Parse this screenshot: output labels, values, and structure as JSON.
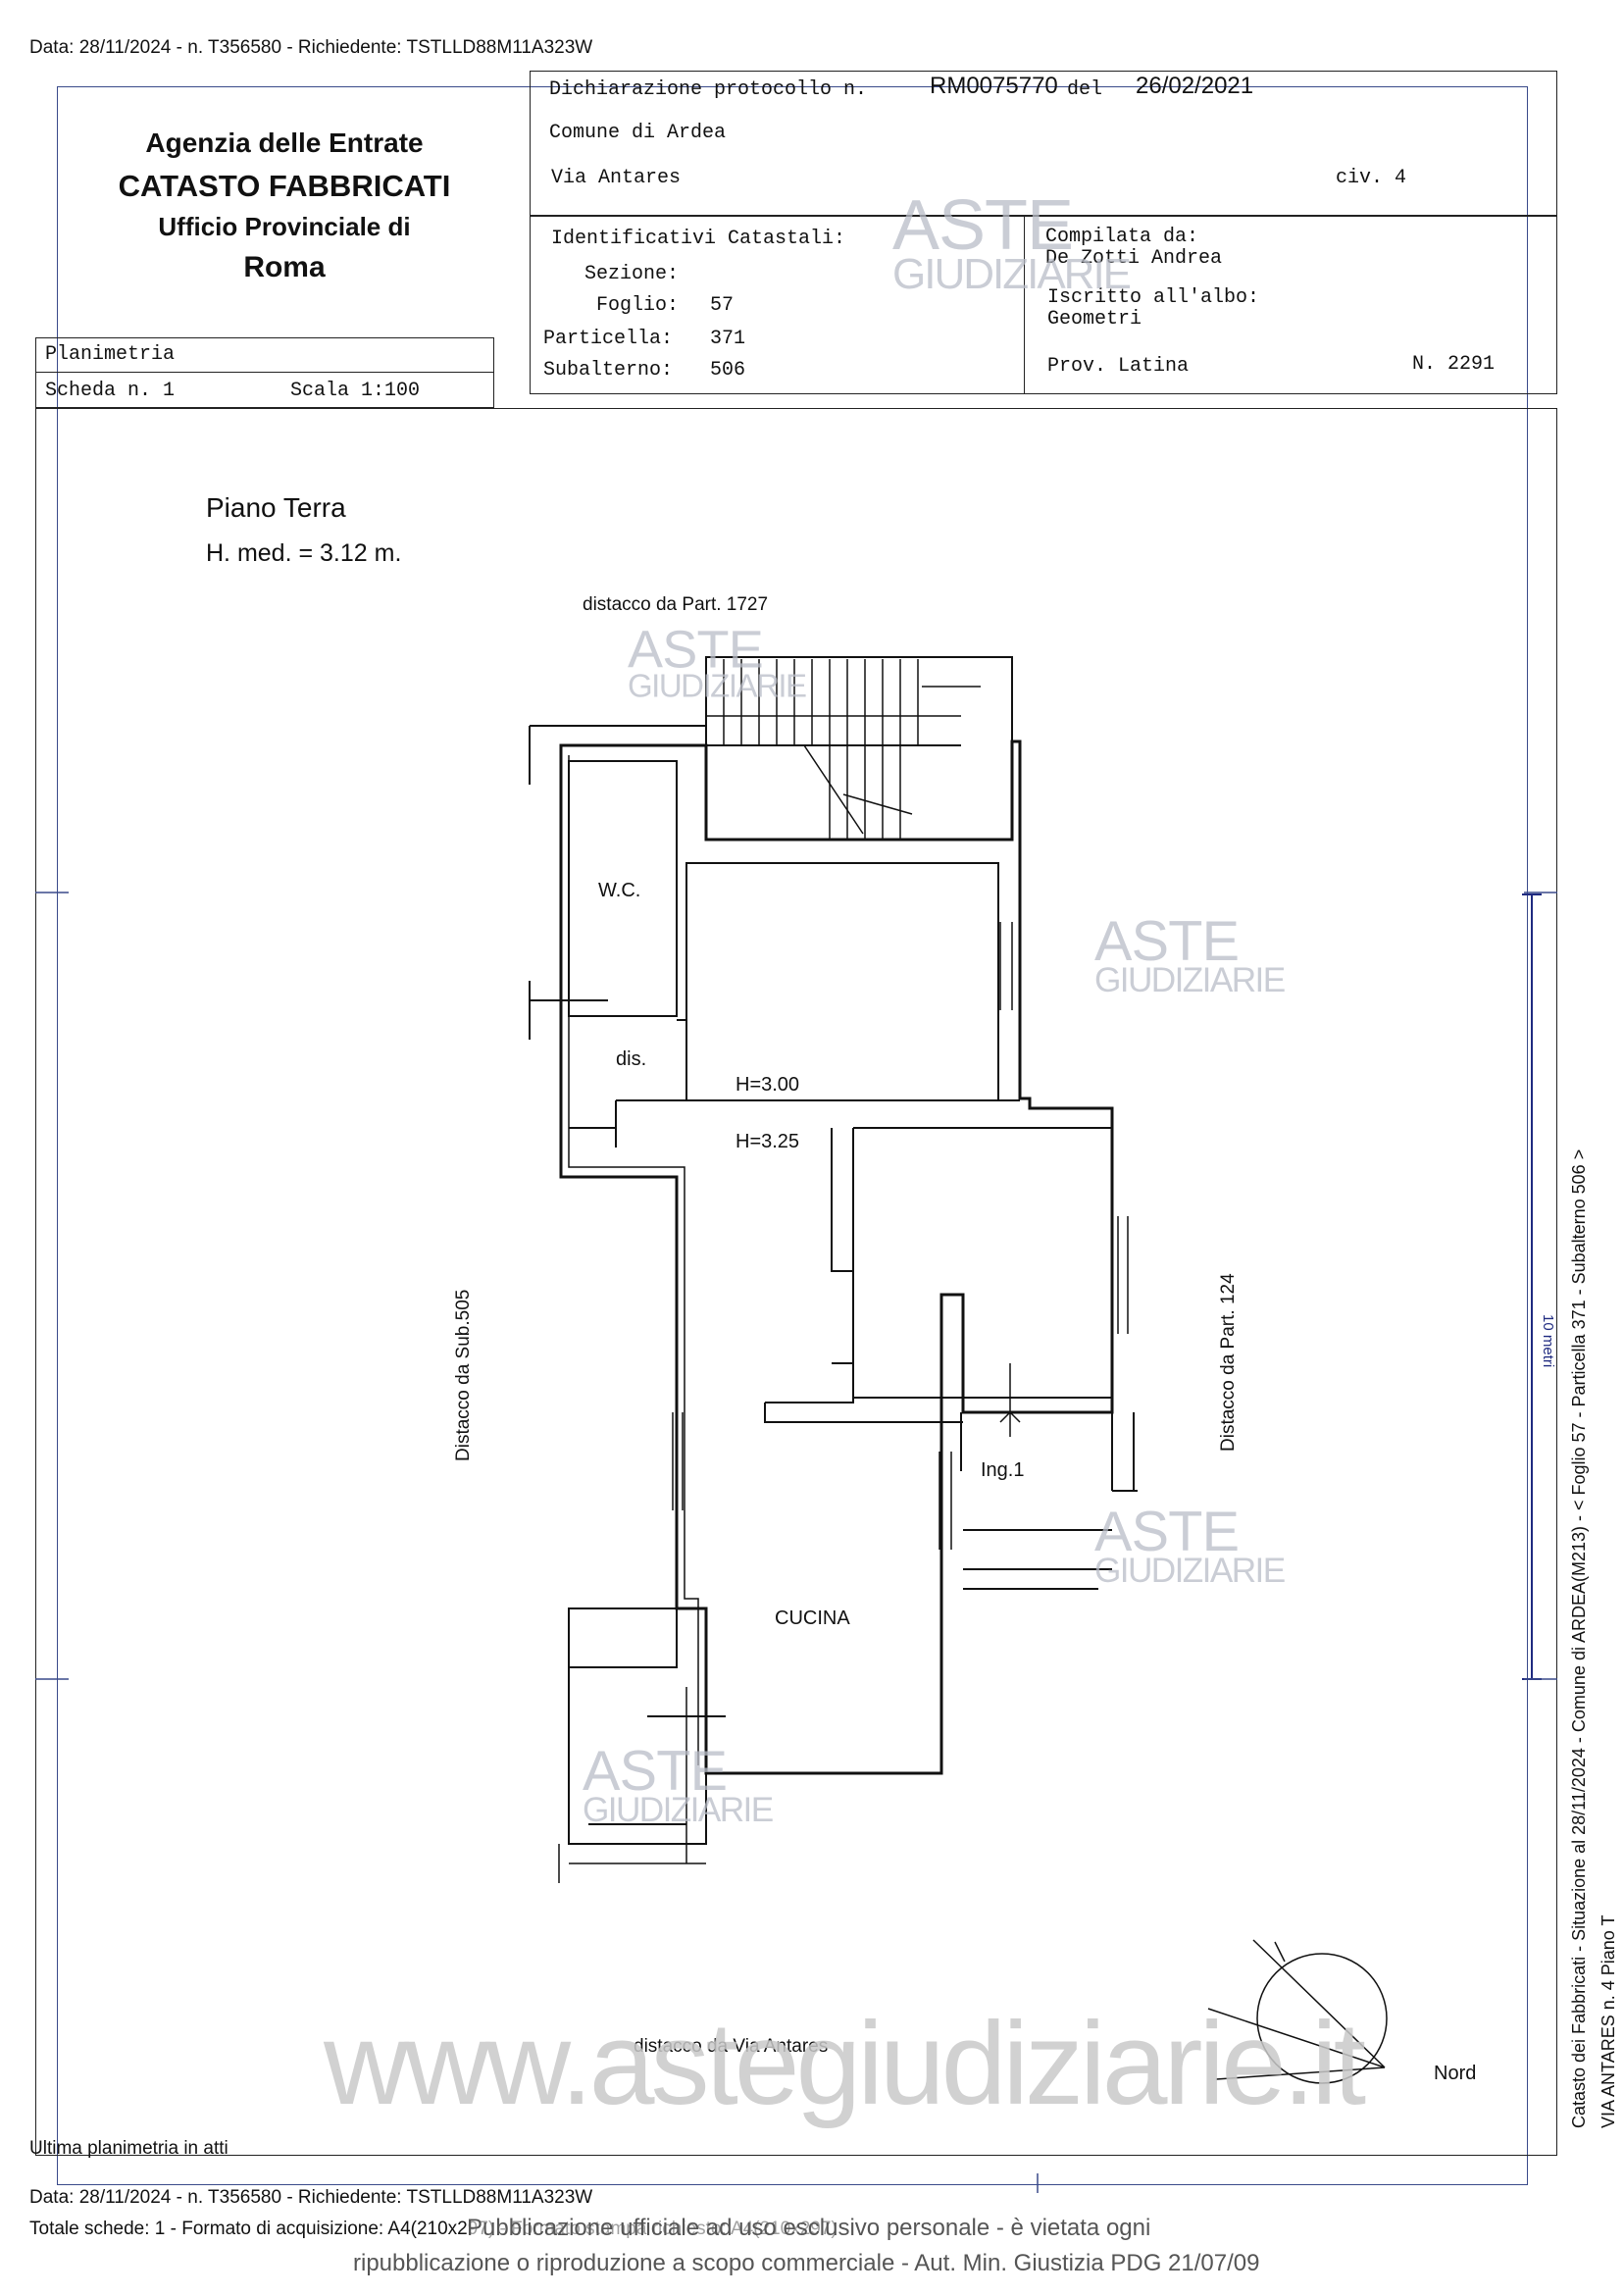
{
  "top_meta": "Data: 28/11/2024 - n. T356580 - Richiedente: TSTLLD88M11A323W",
  "header": {
    "agency": "Agenzia delle Entrate",
    "catasto": "CATASTO FABBRICATI",
    "office": "Ufficio Provinciale di",
    "city": "Roma"
  },
  "declaration": {
    "label": "Dichiarazione protocollo n.",
    "number": "RM0075770",
    "del": "del",
    "date": "26/02/2021",
    "comune": "Comune di Ardea",
    "via": "Via Antares",
    "civ": "civ. 4"
  },
  "cadastral": {
    "heading": "Identificativi Catastali:",
    "sezione_label": "Sezione:",
    "foglio_label": "Foglio:",
    "foglio": "57",
    "particella_label": "Particella:",
    "particella": "371",
    "subalterno_label": "Subalterno:",
    "subalterno": "506"
  },
  "compiler": {
    "compilata_label": "Compilata da:",
    "name": "De Zotti Andrea",
    "albo_label": "Iscritto all'albo:",
    "albo": "Geometri",
    "prov": "Prov. Latina",
    "n": "N. 2291"
  },
  "plan_box": {
    "title": "Planimetria",
    "scheda": "Scheda n. 1",
    "scala": "Scala 1:100"
  },
  "plan": {
    "floor": "Piano Terra",
    "height": "H. med. = 3.12 m.",
    "top_label": "distacco da Part. 1727",
    "left_label": "Distacco da Sub.505",
    "right_label": "Distacco da Part. 124",
    "bottom_label": "distacco da Via Antares",
    "room_wc": "W.C.",
    "room_dis": "dis.",
    "h1": "H=3.00",
    "h2": "H=3.25",
    "ing": "Ing.1",
    "cucina": "CUCINA",
    "north": "Nord",
    "scale_bar": "10 metri"
  },
  "side_note_1": "Catasto dei Fabbricati - Situazione al 28/11/2024 - Comune di ARDEA(M213) - < Foglio 57 - Particella 371 - Subalterno 506 >",
  "side_note_2": "VIA ANTARES n. 4 Piano T",
  "watermark": {
    "aste": "ASTE",
    "giudiziarie": "GIUDIZIARIE",
    "site": "www.astegiudiziarie.it"
  },
  "footer": {
    "last": "Ultima planimetria in atti",
    "meta": "Data: 28/11/2024 - n. T356580 - Richiedente: TSTLLD88M11A323W",
    "totale": "Totale schede: 1 - Formato di acquisizione: A4(210x297) - Formato stampa richiesto: A4(210x297)",
    "pub1": "Pubblicazione ufficiale ad uso esclusivo personale - è vietata ogni",
    "pub2": "ripubblicazione o riproduzione a scopo commerciale - Aut. Min. Giustizia PDG 21/07/09"
  }
}
